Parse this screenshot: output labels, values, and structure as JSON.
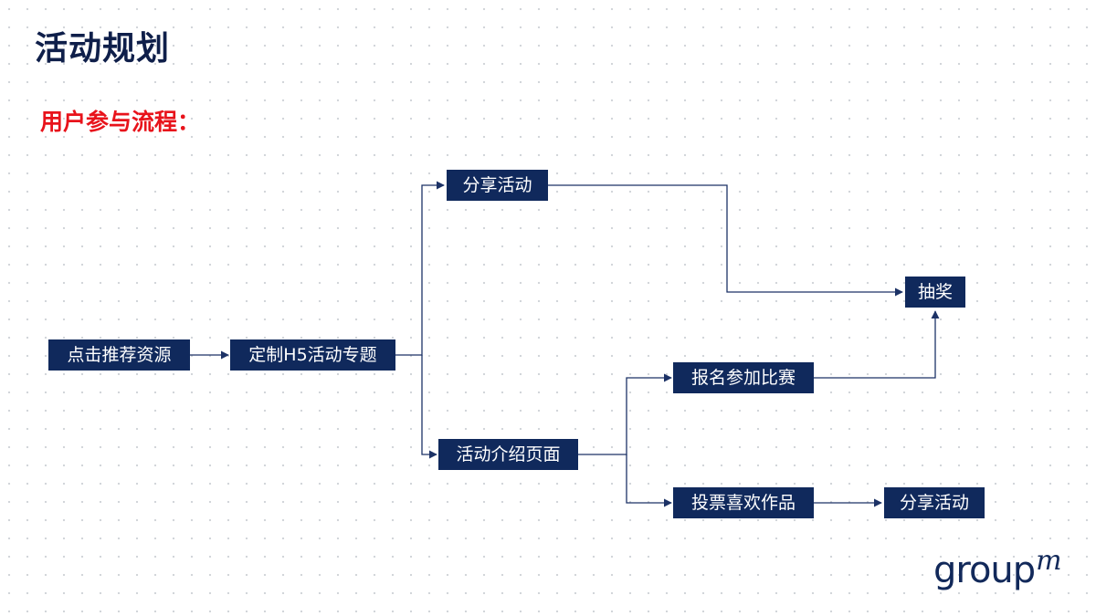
{
  "slide": {
    "title": "活动规划",
    "section_title": "用户参与流程："
  },
  "flow": {
    "nodes": [
      {
        "id": "click-recommend",
        "label": "点击推荐资源"
      },
      {
        "id": "custom-h5",
        "label": "定制H5活动专题"
      },
      {
        "id": "share-activity-top",
        "label": "分享活动"
      },
      {
        "id": "activity-intro",
        "label": "活动介绍页面"
      },
      {
        "id": "lottery",
        "label": "抽奖"
      },
      {
        "id": "signup-contest",
        "label": "报名参加比赛"
      },
      {
        "id": "vote-favorite",
        "label": "投票喜欢作品"
      },
      {
        "id": "share-activity-bottom",
        "label": "分享活动"
      }
    ],
    "edges": [
      {
        "from": "click-recommend",
        "to": "custom-h5"
      },
      {
        "from": "custom-h5",
        "to": "share-activity-top"
      },
      {
        "from": "custom-h5",
        "to": "activity-intro"
      },
      {
        "from": "share-activity-top",
        "to": "lottery"
      },
      {
        "from": "activity-intro",
        "to": "signup-contest"
      },
      {
        "from": "activity-intro",
        "to": "vote-favorite"
      },
      {
        "from": "signup-contest",
        "to": "lottery"
      },
      {
        "from": "vote-favorite",
        "to": "share-activity-bottom"
      }
    ]
  },
  "logo": {
    "text": "group",
    "superscript": "m"
  },
  "colors": {
    "title": "#0f1f4a",
    "section_title": "#e8131b",
    "node_fill": "#10295c",
    "node_text": "#ffffff",
    "connector": "#1c3266"
  }
}
